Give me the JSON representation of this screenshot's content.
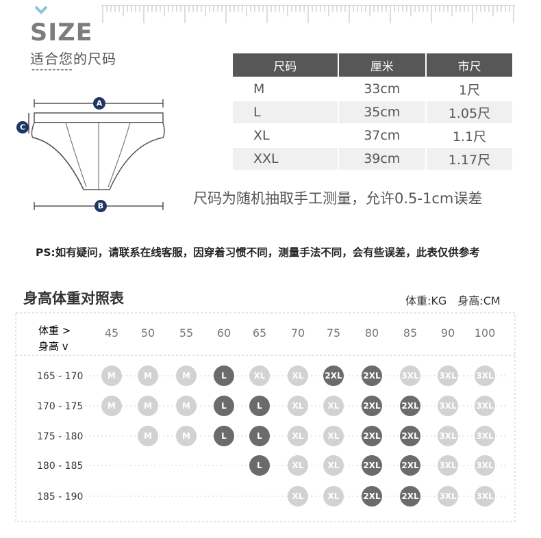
{
  "header": {
    "title": "SIZE",
    "subtitle": "适合您的尺码",
    "dash": "----------"
  },
  "diagram": {
    "labels": [
      "A",
      "B",
      "C"
    ]
  },
  "size_table": {
    "headers": [
      "尺码",
      "厘米",
      "市尺"
    ],
    "rows": [
      [
        "M",
        "33cm",
        "1尺"
      ],
      [
        "L",
        "35cm",
        "1.05尺"
      ],
      [
        "XL",
        "37cm",
        "1.1尺"
      ],
      [
        "XXL",
        "39cm",
        "1.17尺"
      ]
    ],
    "note": "尺码为随机抽取手工测量，允许0.5-1cm误差"
  },
  "ps_note": "PS:如有疑问，请联系在线客服，因穿着习惯不同，测量手法不同，会有些误差，此表仅供参考",
  "height_weight": {
    "title": "身高体重对照表",
    "unit_weight": "体重:KG",
    "unit_height": "身高:CM",
    "weight_header": "体重  >",
    "height_header": "身高  v",
    "weights": [
      "45",
      "50",
      "55",
      "60",
      "65",
      "70",
      "75",
      "80",
      "85",
      "90",
      "100"
    ],
    "heights": [
      "165 - 170",
      "170 - 175",
      "175 - 180",
      "180 - 185",
      "185 - 190"
    ],
    "grid": [
      [
        "M",
        "M",
        "M",
        "L",
        "XL",
        "XL",
        "2XL",
        "2XL",
        "3XL",
        "3XL",
        "3XL"
      ],
      [
        "M",
        "M",
        "M",
        "L",
        "L",
        "XL",
        "XL",
        "2XL",
        "2XL",
        "3XL",
        "3XL"
      ],
      [
        "",
        "M",
        "M",
        "L",
        "L",
        "XL",
        "XL",
        "2XL",
        "2XL",
        "3XL",
        "3XL"
      ],
      [
        "",
        "",
        "",
        "",
        "L",
        "XL",
        "XL",
        "2XL",
        "2XL",
        "3XL",
        "3XL"
      ],
      [
        "",
        "",
        "",
        "",
        "",
        "XL",
        "XL",
        "2XL",
        "2XL",
        "3XL",
        "3XL"
      ]
    ],
    "dark_cells": [
      [
        0,
        3
      ],
      [
        0,
        6
      ],
      [
        0,
        7
      ],
      [
        1,
        3
      ],
      [
        1,
        4
      ],
      [
        1,
        7
      ],
      [
        1,
        8
      ],
      [
        2,
        3
      ],
      [
        2,
        4
      ],
      [
        2,
        7
      ],
      [
        2,
        8
      ],
      [
        3,
        4
      ],
      [
        3,
        7
      ],
      [
        3,
        8
      ],
      [
        4,
        7
      ],
      [
        4,
        8
      ]
    ],
    "colors": {
      "dark": "#6b6b6b",
      "light": "#d2d2d2",
      "lighter": "#dcdcdc"
    }
  }
}
